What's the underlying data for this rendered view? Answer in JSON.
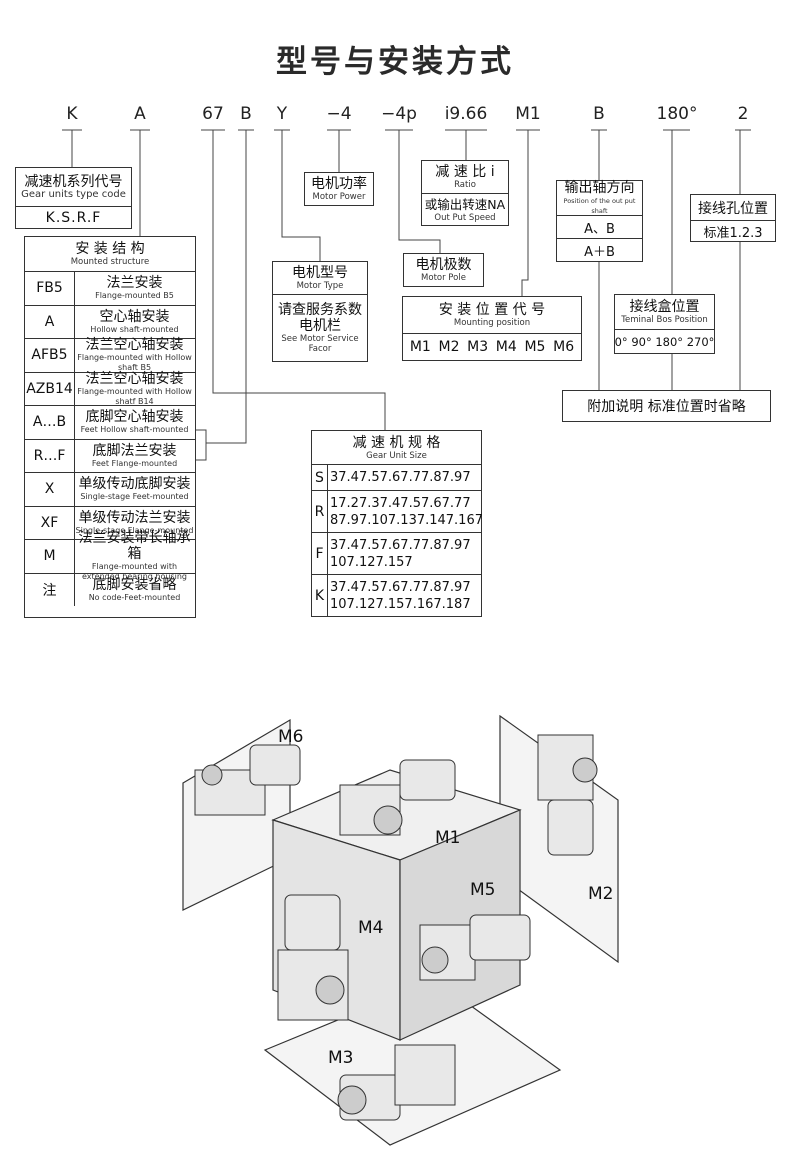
{
  "page": {
    "title": "型号与安装方式"
  },
  "codes": [
    "K",
    "A",
    "67",
    "B",
    "Y",
    "−4",
    "−4p",
    "i9.66",
    "M1",
    "B",
    "180°",
    "2"
  ],
  "series_box": {
    "cn": "减速机系列代号",
    "en": "Gear units type code",
    "value": "K.S.R.F"
  },
  "mounting_box": {
    "cn": "安 装 结 构",
    "en": "Mounted structure",
    "rows": [
      {
        "key": "FB5",
        "cn": "法兰安装",
        "en": "Flange-mounted B5"
      },
      {
        "key": "A",
        "cn": "空心轴安装",
        "en": "Hollow shaft-mounted"
      },
      {
        "key": "AFB5",
        "cn": "法兰空心轴安装",
        "en": "Flange-mounted with Hollow shaft B5"
      },
      {
        "key": "AZB14",
        "cn": "法兰空心轴安装",
        "en": "Flange-mounted with Hollow shatf B14"
      },
      {
        "key": "A…B",
        "cn": "底脚空心轴安装",
        "en": "Feet Hollow shaft-mounted"
      },
      {
        "key": "R…F",
        "cn": "底脚法兰安装",
        "en": "Feet Flange-mounted"
      },
      {
        "key": "X",
        "cn": "单级传动底脚安装",
        "en": "Single-stage Feet-mounted"
      },
      {
        "key": "XF",
        "cn": "单级传动法兰安装",
        "en": "Single-stage Flange-mounted"
      },
      {
        "key": "M",
        "cn": "法兰安装带长轴承箱",
        "en": "Flange-mounted with extended bearing housing"
      },
      {
        "key": "注",
        "cn": "底脚安装省略",
        "en": "No code-Feet-mounted"
      }
    ]
  },
  "motor_power": {
    "cn": "电机功率",
    "en": "Motor Power"
  },
  "motor_type": {
    "cn": "电机型号",
    "en": "Motor Type",
    "cn2": "请查服务系数",
    "cn3": "电机栏",
    "en2": "See Motor Service",
    "en3": "Facor"
  },
  "motor_pole": {
    "cn": "电机极数",
    "en": "Motor Pole"
  },
  "ratio": {
    "cn": "减 速 比 i",
    "en": "Ratio",
    "cn2": "或输出转速NA",
    "en2": "Out Put Speed"
  },
  "position": {
    "cn": "安 装 位 置 代 号",
    "en": "Mounting position",
    "values": [
      "M1",
      "M2",
      "M3",
      "M4",
      "M5",
      "M6"
    ]
  },
  "output_dir": {
    "cn": "输出轴方向",
    "en": "Position of the out put shaft",
    "v1": "A、B",
    "v2": "A＋B"
  },
  "cable_hole": {
    "cn": "接线孔位置",
    "value": "标准1.2.3"
  },
  "terminal_box": {
    "cn": "接线盒位置",
    "en": "Teminal Bos Position",
    "value": "0°  90°  180°  270°"
  },
  "note": {
    "text": "附加说明  标准位置时省略"
  },
  "gear_size": {
    "cn": "减 速 机 规 格",
    "en": "Gear Unit Size",
    "rows": [
      {
        "key": "S",
        "lines": [
          "37.47.57.67.77.87.97"
        ]
      },
      {
        "key": "R",
        "lines": [
          "17.27.37.47.57.67.77",
          "87.97.107.137.147.167"
        ]
      },
      {
        "key": "F",
        "lines": [
          "37.47.57.67.77.87.97",
          "107.127.157"
        ]
      },
      {
        "key": "K",
        "lines": [
          "37.47.57.67.77.87.97",
          "107.127.157.167.187"
        ]
      }
    ]
  },
  "figure": {
    "labels": [
      "M1",
      "M2",
      "M3",
      "M4",
      "M5",
      "M6"
    ]
  }
}
